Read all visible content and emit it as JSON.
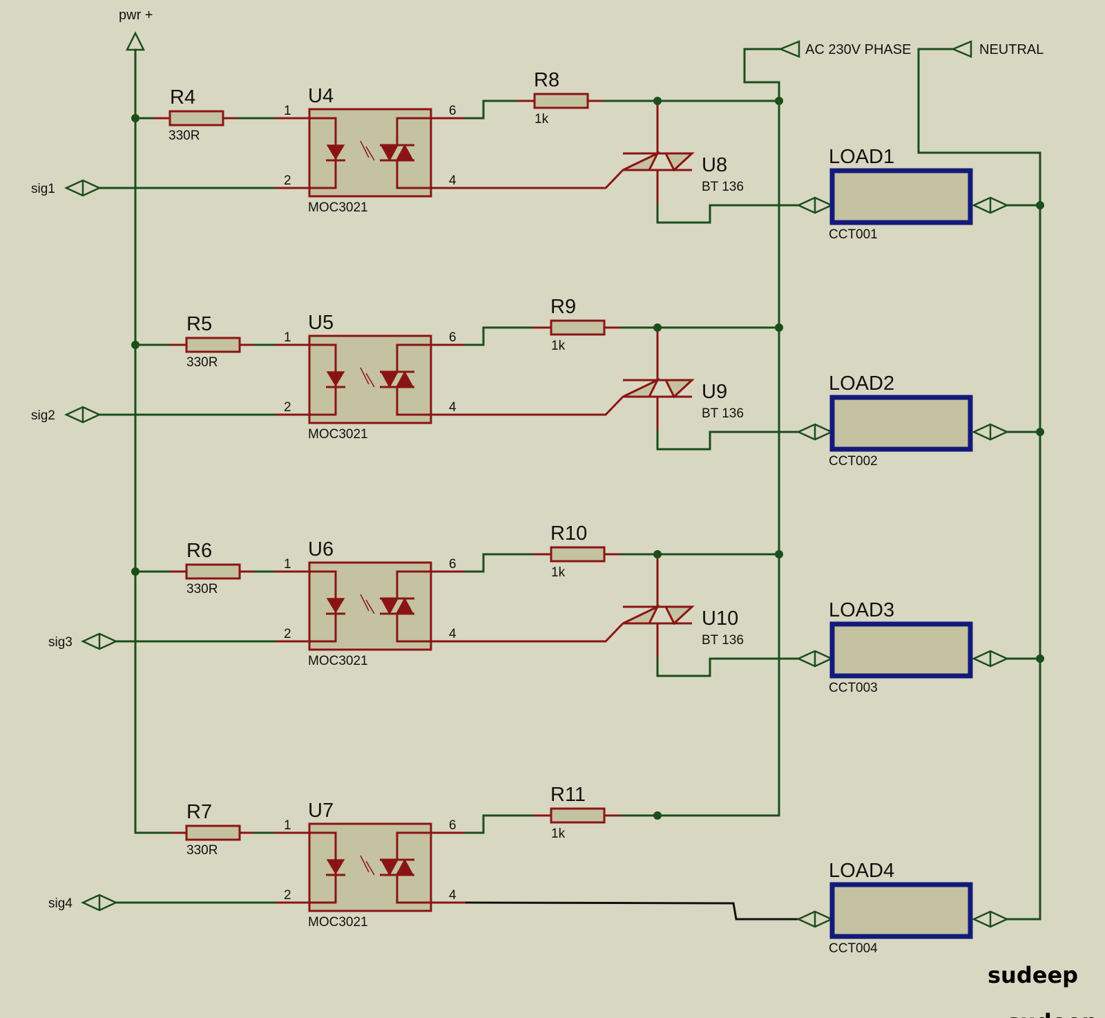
{
  "power": {
    "label": "pwr +"
  },
  "ac": {
    "phase": "AC 230V PHASE",
    "neutral": "NEUTRAL"
  },
  "signals": [
    "sig1",
    "sig2",
    "sig3",
    "sig4"
  ],
  "input_resistors": [
    {
      "ref": "R4",
      "value": "330R"
    },
    {
      "ref": "R5",
      "value": "330R"
    },
    {
      "ref": "R6",
      "value": "330R"
    },
    {
      "ref": "R7",
      "value": "330R"
    }
  ],
  "optocouplers": [
    {
      "ref": "U4",
      "part": "MOC3021",
      "pins": [
        "1",
        "2",
        "6",
        "4"
      ]
    },
    {
      "ref": "U5",
      "part": "MOC3021",
      "pins": [
        "1",
        "2",
        "6",
        "4"
      ]
    },
    {
      "ref": "U6",
      "part": "MOC3021",
      "pins": [
        "1",
        "2",
        "6",
        "4"
      ]
    },
    {
      "ref": "U7",
      "part": "MOC3021",
      "pins": [
        "1",
        "2",
        "6",
        "4"
      ]
    }
  ],
  "gate_resistors": [
    {
      "ref": "R8",
      "value": "1k"
    },
    {
      "ref": "R9",
      "value": "1k"
    },
    {
      "ref": "R10",
      "value": "1k"
    },
    {
      "ref": "R11",
      "value": "1k"
    }
  ],
  "triacs": [
    {
      "ref": "U8",
      "part": "BT 136"
    },
    {
      "ref": "U9",
      "part": "BT 136"
    },
    {
      "ref": "U10",
      "part": "BT 136"
    }
  ],
  "loads": [
    {
      "ref": "LOAD1",
      "id": "CCT001"
    },
    {
      "ref": "LOAD2",
      "id": "CCT002"
    },
    {
      "ref": "LOAD3",
      "id": "CCT003"
    },
    {
      "ref": "LOAD4",
      "id": "CCT004"
    }
  ],
  "signature": {
    "name": "sudeep",
    "name_cut": "sudeep"
  }
}
